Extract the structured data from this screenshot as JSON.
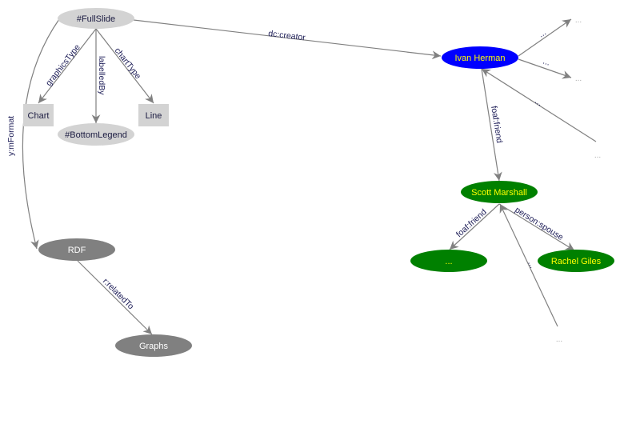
{
  "colors": {
    "literal_node": "#d3d3d3",
    "class_node": "#808080",
    "person_main": "#0000ff",
    "person_friend": "#008000",
    "person_text": "#ffff00",
    "edge": "#808080",
    "edge_label": "#1a1a55"
  },
  "nodes": {
    "fullslide": "#FullSlide",
    "chart": "Chart",
    "line": "Line",
    "bottomlegend": "#BottomLegend",
    "rdf": "RDF",
    "graphs": "Graphs",
    "ivan": "Ivan Herman",
    "scott": "Scott Marshall",
    "friend_unknown": "...",
    "rachel": "Rachel Giles",
    "out1": "...",
    "out2": "...",
    "in1": "...",
    "in2": "..."
  },
  "edges": {
    "creator": "dc:creator",
    "graphicsType": "graphicsType",
    "labelledBy": "labelledBy",
    "chartType": "chartType",
    "mFormat": "y:mFormat",
    "relatedTo": "r:relatedTo",
    "ivan_friend": "foaf:friend",
    "scott_friend": "foaf:friend",
    "spouse": "person:spouse",
    "out1": "...",
    "out2": "...",
    "in1": "...",
    "in2": "..."
  }
}
